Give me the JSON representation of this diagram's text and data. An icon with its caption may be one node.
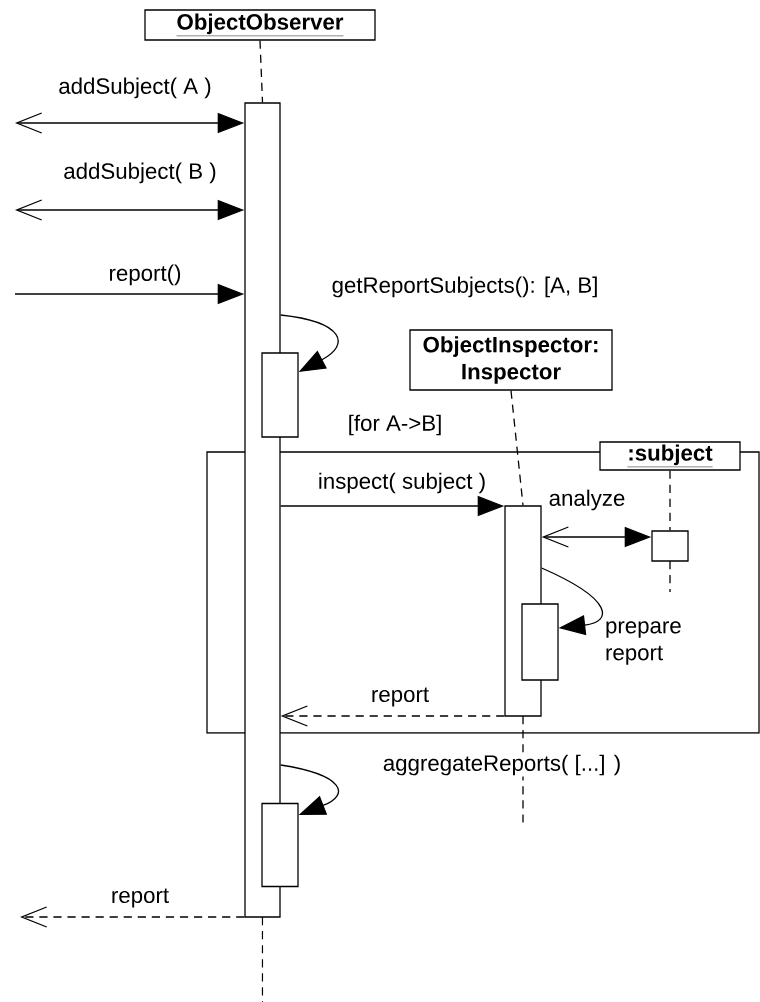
{
  "diagram": {
    "nodes": [
      {
        "text": [
          "ObjectObserver"
        ]
      },
      {
        "text": [],
        "shape": "box"
      },
      {
        "text": [],
        "shape": "box"
      },
      {
        "text": [
          "ObjectInspector: Inspector"
        ]
      },
      {
        "text": [
          "[for A->B]"
        ]
      },
      {
        "text": [
          ":subject"
        ]
      },
      {
        "text": [],
        "shape": "box",
        "in": 4
      },
      {
        "text": [],
        "shape": "box",
        "in": 4
      },
      {
        "text": [],
        "shape": "box",
        "in": 4
      },
      {
        "text": [],
        "shape": "box"
      }
    ],
    "edges": [
      {
        "from": null,
        "to": 1,
        "arrow": "both",
        "label": "addSubject( A )"
      },
      {
        "from": null,
        "to": 1,
        "arrow": "both",
        "label": "addSubject( B )"
      },
      {
        "from": null,
        "to": 1,
        "arrow": "to",
        "label": "report()"
      },
      {
        "from": 1,
        "to": 2,
        "arrow": "to",
        "label": "getReportSubjects(): [A, B]"
      },
      {
        "from": 1,
        "to": 6,
        "arrow": "to",
        "label": "inspect( subject )"
      },
      {
        "from": 6,
        "to": 7,
        "arrow": "both",
        "label": "analyze"
      },
      {
        "from": 6,
        "to": 8,
        "arrow": "to",
        "label": "prepare report"
      },
      {
        "from": 6,
        "to": 1,
        "arrow": "to",
        "label": "report",
        "style": "dashed"
      },
      {
        "from": 1,
        "to": 9,
        "arrow": "to",
        "label": "aggregateReports( [...] )"
      },
      {
        "from": 1,
        "to": null,
        "arrow": "to",
        "label": "report",
        "style": "dashed"
      },
      {
        "from": 0,
        "to": 1,
        "arrow": "none",
        "style": "dashed"
      },
      {
        "from": 3,
        "to": 6,
        "arrow": "none",
        "style": "dashed"
      },
      {
        "from": 5,
        "to": 7,
        "arrow": "none",
        "style": "dashed"
      }
    ]
  }
}
